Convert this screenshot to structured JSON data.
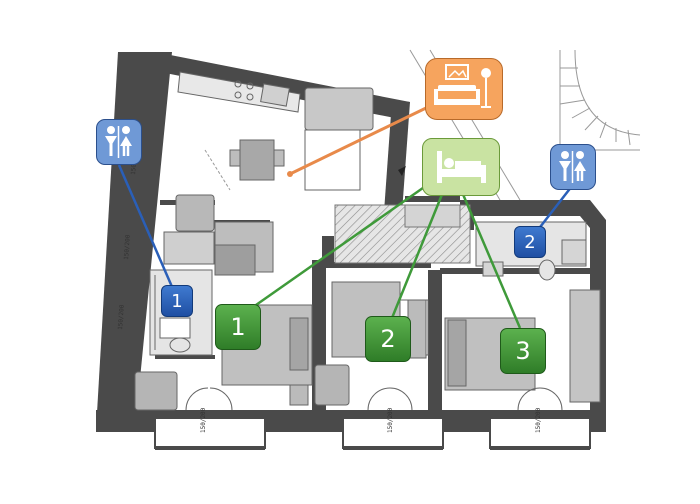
{
  "rooms": [
    {
      "name": "living-room",
      "badge": "",
      "icon": "sofa-lamp-icon"
    },
    {
      "name": "bedroom-1",
      "badge": "1",
      "icon": "bed-icon"
    },
    {
      "name": "bedroom-2",
      "badge": "2",
      "icon": "bed-icon"
    },
    {
      "name": "bedroom-3",
      "badge": "3",
      "icon": "bed-icon"
    }
  ],
  "bathrooms": [
    {
      "badge": "1",
      "icon": "wc-person-icon"
    },
    {
      "badge": "2",
      "icon": "wc-person-icon"
    }
  ],
  "window_labels": [
    "150/200",
    "150/200",
    "150/200",
    "150/200",
    "150/200",
    "150/200"
  ],
  "colors": {
    "wall": "#4a4a4a",
    "wc_tile": "#6f99d6",
    "wc_line": "#1f4fa3",
    "living_tile": "#f6a45e",
    "living_line": "#e88a4a",
    "bed_tile": "#c9e3a2",
    "bed_line": "#3f9a3a",
    "badge_green": "#3a8f30",
    "badge_blue": "#2a5fb8"
  }
}
